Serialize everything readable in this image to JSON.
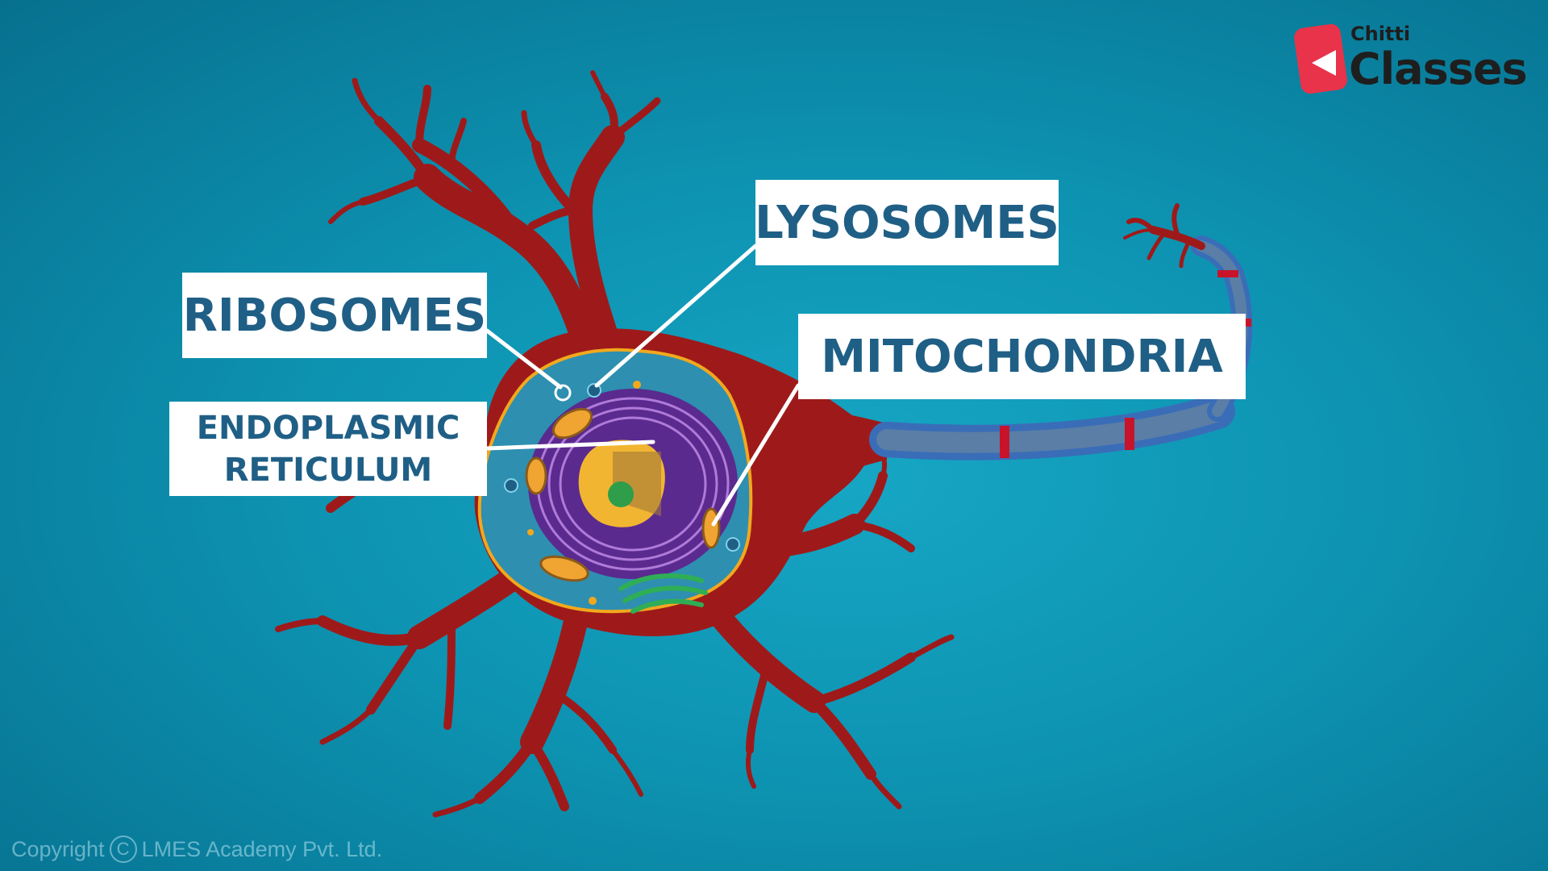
{
  "labels": {
    "ribosomes": "RIBOSOMES",
    "lysosomes": "LYSOSOMES",
    "mitochondria": "MITOCHONDRIA",
    "er_line1": "ENDOPLASMIC",
    "er_line2": "RETICULUM"
  },
  "logo": {
    "top": "Chitti",
    "main": "Classes"
  },
  "copyright": {
    "prefix": "Copyright",
    "icon": "C",
    "owner": "LMES Academy Pvt. Ltd."
  },
  "colors": {
    "background": "#0d93b1",
    "neuron_body": "#9e1a1a",
    "cytoplasm": "#2e8fb0",
    "membrane_outline": "#f2a81d",
    "nucleus_envelope": "#5a2a8f",
    "nucleus": "#f2b531",
    "nucleolus": "#2e9e4a",
    "golgi": "#2fae56",
    "axon_myelin": "#3a6db8",
    "label_text": "#1f5f86"
  }
}
